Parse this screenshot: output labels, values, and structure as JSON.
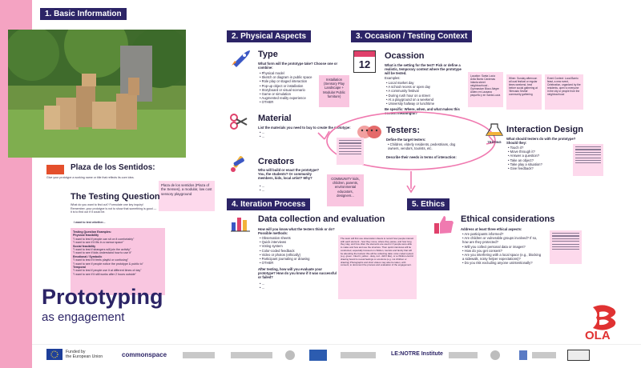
{
  "sections": {
    "basic": "1. Basic Information",
    "physical": "2. Physical Aspects",
    "occasion": "3. Occasion / Testing Context",
    "iteration": "4. Iteration Process",
    "ethics": "5. Ethics"
  },
  "basic": {
    "name_title": "Plaza de los Sentidos:",
    "name_sub": "Give your prototype a working name or title that reflects its core idea.",
    "name_sticky": "Plaza de los sentidos (Plaza of the Senses), a modular, low cost sensory playground",
    "question_title": "The Testing Question",
    "question_text": "What do you want to find out? Formulate one key inquiry! Remember, your prototype is not to show that something is good — it is to find out if it could be.",
    "question_answer": "I want to test whether...",
    "examples_title": "Testing Question Examples:",
    "examples": [
      "Physical feasibility",
      "\"I want to test if people can sit on it comfortably\"",
      "\"I want to see if it fits in a narrow space\"",
      "Social feasibility",
      "\"I want to test if strangers will join the activity\"",
      "\"I want to see if kids understand how to use it\"",
      "Emotional / Symbolic",
      "\"I want to test if it feels playful or confusing\"",
      "\"I want to see if people notice the prototype & public to\"",
      "Temporal",
      "\"I want to test if people use it at different times of day\"",
      "\"I want to see if it still works after 2 hours outside\""
    ]
  },
  "brand": {
    "title": "Prototyping",
    "subtitle": "as engagement"
  },
  "type": {
    "title": "Type",
    "prompt": "What form will the prototype take? Choose one or combine:",
    "options": [
      "Physical model",
      "Sketch or diagram in public space",
      "Role play or staged interaction",
      "Pop-up object or installation",
      "Storyboard or visual scenario",
      "Game or simulation",
      "Augmented reality experience",
      "OTHER"
    ],
    "sticky": "Installation (Sensory Play Landscape + Modular Public furniture)"
  },
  "material": {
    "title": "Material",
    "prompt": "List the materials you need to buy to create the prototype:",
    "items": [
      "...",
      "..."
    ]
  },
  "creators": {
    "title": "Creators",
    "prompt": "Who will build or enact the prototype? You, the students? Or community members, kids, local artist? Why?",
    "items": [
      "...",
      "..."
    ],
    "sticky": "COMMUNITY kids, children, parents, environmental educators, designers..."
  },
  "occasion": {
    "title": "Ocassion",
    "prompt": "What is the setting for the test? Pick or define a realistic, temporary context where the prototype will be tested.",
    "examples_label": "Examples:",
    "examples": [
      "Local market day",
      "A school recess or open day",
      "A community festival",
      "During rush hour on a street",
      "At a playground on a weekend",
      "University hallway or lunchtime"
    ],
    "specific": "Be specific: Where, when, and what makes this context meaningful?",
    "calendar": "12",
    "sticky_location": "Location: Santa Lucía Ávila Barrio Cárdenas Infanta street neighbourhood - Gymnasium Bloco Alegre Aldero en Lausana pequeño y en Santa Lucía",
    "sticky_when": "When: Sunday afternoon at local festival or regular times weekend, best before social gathering at 'Mercado Sevilla' community gathering",
    "sticky_event": "Event Context: Local Barrio feast, a new event, Celebration, organized by the residents, open to everyone in the city or people from the neighbourhood"
  },
  "testers": {
    "title": "Testers:",
    "prompt": "Define the target testers:",
    "items": [
      "Children, elderly residents, pedestrians, dog owners, vendors, tourists, etc."
    ],
    "describe": "Describe their needs in terms of interaction:"
  },
  "interaction": {
    "title": "Interaction Design",
    "icon_label": "TESTING",
    "prompt": "What should testers do with the prototype? Should they:",
    "options": [
      "Touch it?",
      "Move through it?",
      "Answer a question?",
      "Take an object?",
      "Take play a situation?",
      "Give feedback?"
    ]
  },
  "data": {
    "title": "Data collection and evaluation",
    "prompt": "How will you know what the testers think or do? Possible methods:",
    "methods": [
      "Observation sheets",
      "Quick interviews",
      "Voting system",
      "Color-coded feedback",
      "Video or photos (ethically)",
      "Participant journaling or drawing",
      "OTHER"
    ],
    "after": "After testing, how will you evaluate your prototype? How do you know if it was successful or failed?",
    "after_items": [
      "...",
      "..."
    ],
    "sticky": "The team will first use observation sheets to record how people interact with each element - how they move, where they pause, and how long they stay, and how often the elements are used or if people were able to make and how and use the structure. Then quick interviews will be conducted, especially focused on children, tourists and family that will be attending the festival. We will be collecting data: color-coded system (e.g. green - liked it, yellow - okay, red - didn't like), or a children-centric drawing board to reveal feelings or emotions (e.g. not children or drawing) Photographs and short videos may also be taken, with consent, to document the process and evaluation of the engagement."
  },
  "ethics": {
    "title": "Ethical considerations",
    "prompt": "Address at least three ethical aspects:",
    "items": [
      "Are participants informed?",
      "Are children or vulnerable groups involved? If so, how are they protected?",
      "Will you collect personal data or images?",
      "How do you get consent?",
      "Are you interfering with a local space (e.g., blocking a sidewalk, noisy helper expectations)?",
      "Do you risk excluding anyone unintentionally?"
    ]
  },
  "footer": {
    "funded_line1": "Funded by",
    "funded_line2": "the European Union",
    "commonspace": "commonspace",
    "le_notre": "LE:NOTRE Institute",
    "ola": "OLA"
  },
  "colors": {
    "navy": "#2c2466",
    "pink": "#f4a3c2",
    "sticky": "#f9c6e0",
    "ola_red": "#e03232"
  }
}
